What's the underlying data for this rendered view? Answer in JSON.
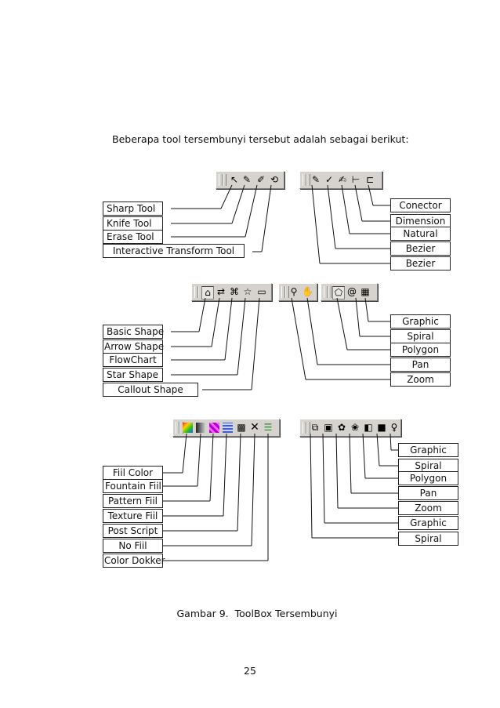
{
  "intro_text": "Beberapa tool tersembunyi tersebut adalah sebagai berikut:",
  "caption": {
    "label": "Gambar 9.",
    "title": "ToolBox Tersembunyi"
  },
  "page_number": "25",
  "section1": {
    "left_labels": [
      "Sharp Tool",
      "Knife Tool",
      "Erase Tool",
      "Interactive Transform Tool"
    ],
    "right_labels": [
      "Conector",
      "Dimension",
      "Natural",
      "Bezier",
      "Bezier"
    ],
    "left_icons": [
      "shape-tool-icon",
      "knife-tool-icon",
      "eraser-tool-icon",
      "transform-tool-icon"
    ],
    "right_icons": [
      "freehand-pen-icon",
      "bezier-pen-icon",
      "natural-pen-icon",
      "dimension-tool-icon",
      "connector-tool-icon"
    ]
  },
  "section2": {
    "left_labels": [
      "Basic Shape",
      "Arrow Shape",
      "FlowChart",
      "Star Shape",
      "Callout Shape"
    ],
    "right_labels": [
      "Graphic",
      "Spiral",
      "Polygon",
      "Pan",
      "Zoom"
    ],
    "left_icons": [
      "basic-shape-icon",
      "arrow-shape-icon",
      "flowchart-icon",
      "star-shape-icon",
      "callout-shape-icon"
    ],
    "middle_icons": [
      "zoom-icon",
      "pan-hand-icon"
    ],
    "right_icons": [
      "polygon-icon",
      "spiral-icon",
      "graph-paper-icon"
    ]
  },
  "section3": {
    "left_labels": [
      "Fiil Color",
      "Fountain Fiil",
      "Pattern Fiil",
      "Texture Fiil",
      "Post Script",
      "No Fiil",
      "Color Dokker"
    ],
    "right_labels": [
      "Graphic",
      "Spiral",
      "Polygon",
      "Pan",
      "Zoom",
      "Graphic",
      "Spiral"
    ],
    "left_icons": [
      "fill-color-icon",
      "fountain-fill-icon",
      "pattern-fill-icon",
      "texture-fill-icon",
      "postscript-fill-icon",
      "no-fill-icon",
      "color-docker-icon"
    ],
    "right_icons": [
      "blend-icon",
      "contour-icon",
      "distort-icon",
      "envelope-icon",
      "extrude-icon",
      "shadow-icon",
      "transparency-icon"
    ],
    "swatch_colors": [
      "#ff3b3b",
      "#7a7a7a",
      "#b000d8",
      "#4060d0",
      "#333333",
      "#2d8a2d"
    ]
  }
}
